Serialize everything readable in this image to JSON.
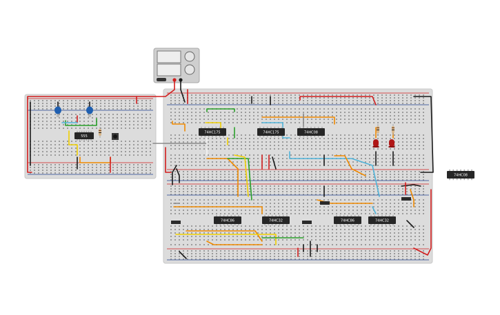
{
  "canvas": {
    "background": "#ffffff",
    "breadboard_color": "#dcdcdc",
    "hole_color": "#9a9a9a",
    "rail_red": "#d21d1d",
    "rail_blue": "#1f3f8f"
  },
  "power_supply": {
    "display_top": "",
    "display_bottom": "",
    "label": ""
  },
  "chips": [
    {
      "id": "u1",
      "label": "555"
    },
    {
      "id": "u2",
      "label": "74HC175"
    },
    {
      "id": "u3",
      "label": "74HC175"
    },
    {
      "id": "u4",
      "label": "74HC08"
    },
    {
      "id": "u5",
      "label": "74HC86"
    },
    {
      "id": "u6",
      "label": "74HC32"
    },
    {
      "id": "u7",
      "label": "74HC86"
    },
    {
      "id": "u8",
      "label": "74HC32"
    },
    {
      "id": "u9",
      "label": "74HC08"
    }
  ],
  "wire_colors": {
    "red": "#d21d1d",
    "black": "#1a1a1a",
    "orange": "#f08a00",
    "yellow": "#f0d000",
    "green": "#2aa02a",
    "cyan": "#4fb3d9",
    "gray": "#8a8a8a",
    "white": "#f4f4f4"
  },
  "components": {
    "capacitors": [
      "capacitor",
      "capacitor"
    ],
    "leds": [
      "led",
      "led"
    ],
    "resistors": [
      "resistor",
      "resistor",
      "resistor"
    ],
    "buttons": [
      "pushbutton"
    ]
  }
}
